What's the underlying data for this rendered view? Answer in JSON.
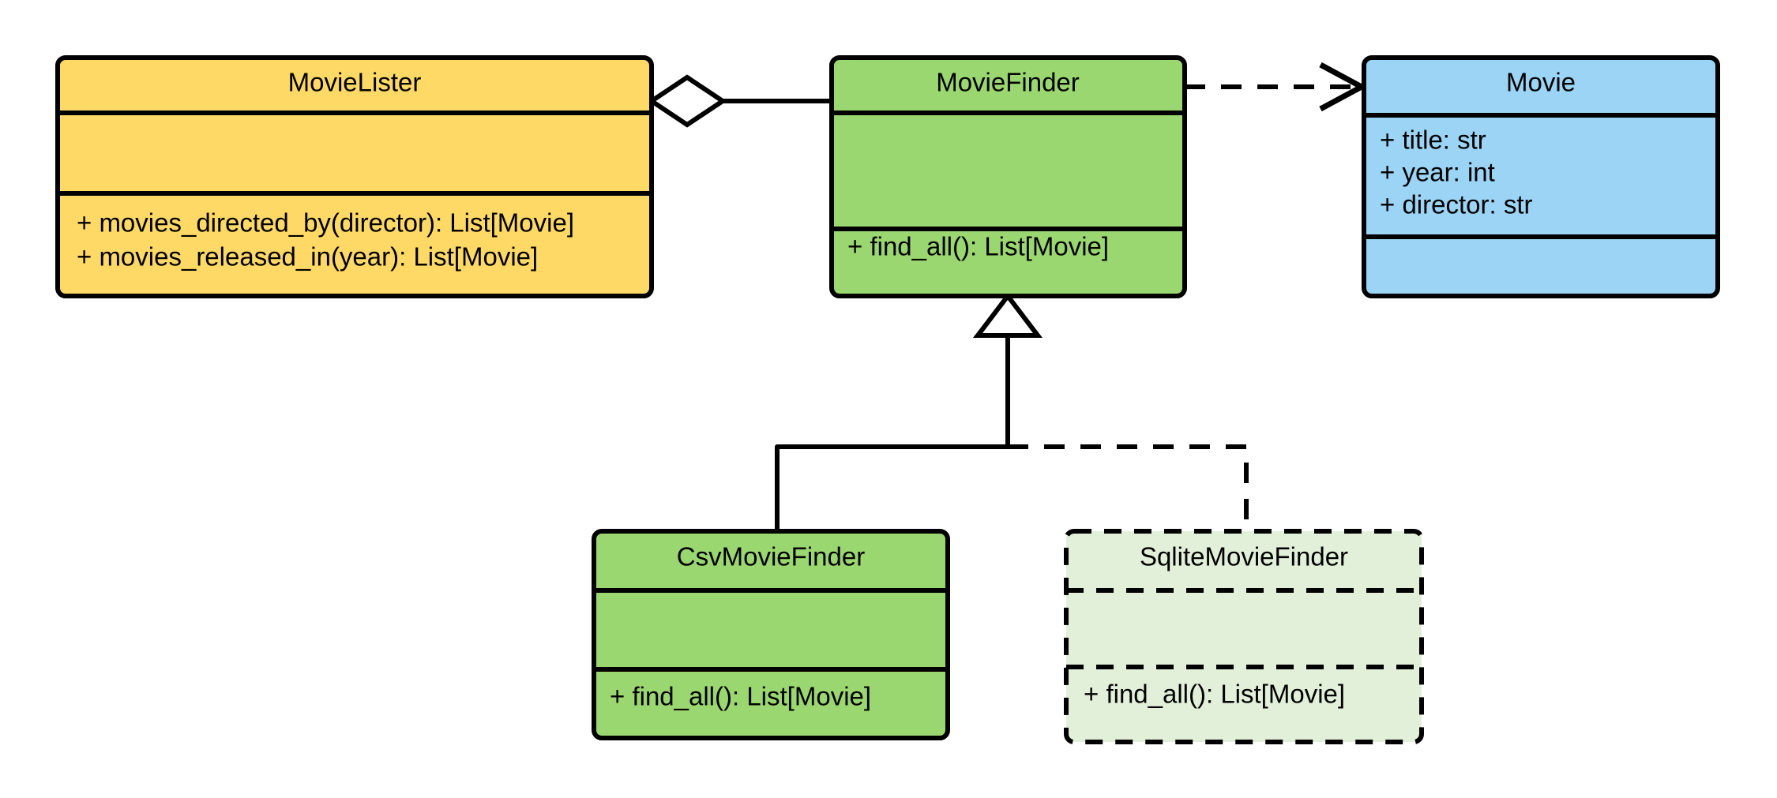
{
  "diagram": {
    "kind": "uml-class-diagram",
    "background_color": "#FFFFFF",
    "classes": [
      {
        "id": "movie-lister",
        "name": "MovieLister",
        "fill_color": "#FFD966",
        "border_style": "solid",
        "attributes": [],
        "methods": [
          "+ movies_directed_by(director): List[Movie]",
          "+ movies_released_in(year): List[Movie]"
        ]
      },
      {
        "id": "movie-finder",
        "name": "MovieFinder",
        "fill_color": "#9BD770",
        "border_style": "solid",
        "attributes": [],
        "methods": [
          "+ find_all(): List[Movie]"
        ]
      },
      {
        "id": "movie",
        "name": "Movie",
        "fill_color": "#9BD4F5",
        "border_style": "solid",
        "attributes": [
          "+ title: str",
          "+ year: int",
          "+ director: str"
        ],
        "methods": []
      },
      {
        "id": "csv-movie-finder",
        "name": "CsvMovieFinder",
        "fill_color": "#9BD770",
        "border_style": "solid",
        "attributes": [],
        "methods": [
          "+ find_all(): List[Movie]"
        ]
      },
      {
        "id": "sqlite-movie-finder",
        "name": "SqliteMovieFinder",
        "fill_color": "#E2F0D9",
        "border_style": "dashed",
        "attributes": [],
        "methods": [
          "+ find_all(): List[Movie]"
        ]
      }
    ],
    "relationships": [
      {
        "id": "aggregation-lister-finder",
        "type": "aggregation",
        "from": "MovieLister",
        "to": "MovieFinder",
        "line_style": "solid",
        "head": "hollow-diamond"
      },
      {
        "id": "dependency-finder-movie",
        "type": "dependency",
        "from": "MovieFinder",
        "to": "Movie",
        "line_style": "dashed",
        "head": "open-arrow"
      },
      {
        "id": "inheritance-csv-finder",
        "type": "generalization",
        "from": "CsvMovieFinder",
        "to": "MovieFinder",
        "line_style": "solid",
        "head": "hollow-triangle"
      },
      {
        "id": "inheritance-sqlite-finder",
        "type": "generalization",
        "from": "SqliteMovieFinder",
        "to": "MovieFinder",
        "line_style": "dashed",
        "head": "hollow-triangle"
      }
    ]
  }
}
